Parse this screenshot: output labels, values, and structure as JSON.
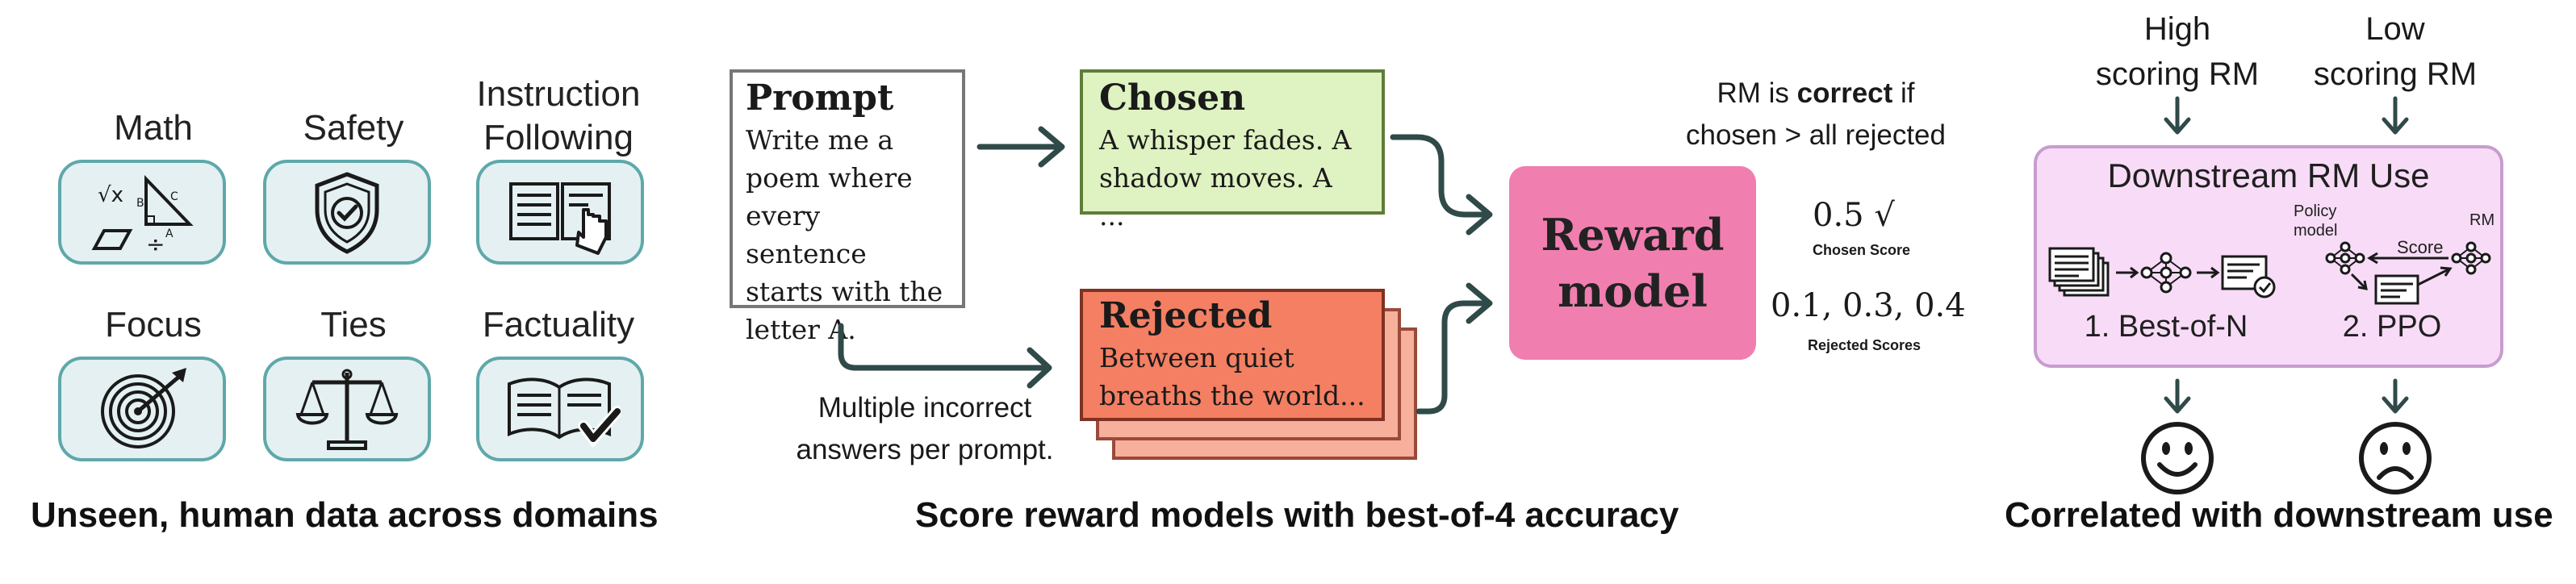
{
  "panel1": {
    "caption": "Unseen, human data across  domains",
    "tiles": [
      {
        "label": "Math",
        "icon": "math-icon"
      },
      {
        "label": "Safety",
        "icon": "shield-check-icon"
      },
      {
        "label": "Instruction\nFollowing",
        "icon": "book-pointer-icon"
      },
      {
        "label": "Focus",
        "icon": "target-icon"
      },
      {
        "label": "Ties",
        "icon": "scales-icon"
      },
      {
        "label": "Factuality",
        "icon": "book-check-icon"
      }
    ],
    "math_icon_text": {
      "sqrt": "√x",
      "b": "B",
      "c": "C",
      "a": "A",
      "div": "÷"
    }
  },
  "panel2": {
    "caption": "Score reward models with best-of-4 accuracy",
    "prompt": {
      "title": "Prompt",
      "lines": [
        "Write me a",
        "poem where",
        "every sentence",
        "starts with the",
        "letter A."
      ]
    },
    "chosen": {
      "title": "Chosen",
      "lines": [
        "A whisper fades. A",
        "shadow moves. A ..."
      ]
    },
    "rejected": {
      "title": "Rejected",
      "lines": [
        "Between quiet",
        "breaths the world..."
      ]
    },
    "reward_model": {
      "line1": "Reward",
      "line2": "model"
    },
    "multiple_note": [
      "Multiple incorrect",
      "answers per prompt."
    ],
    "rm_note": {
      "pre": "RM is ",
      "bold": "correct",
      "post": " if",
      "line2": "chosen > all rejected"
    },
    "chosen_score": {
      "value": "0.5 √",
      "label": "Chosen Score"
    },
    "rejected_scores": {
      "value": "0.1, 0.3, 0.4",
      "label": "Rejected Scores"
    }
  },
  "panel3": {
    "caption": "Correlated with downstream use",
    "high": [
      "High",
      "scoring RM"
    ],
    "low": [
      "Low",
      "scoring RM"
    ],
    "box_title": "Downstream RM Use",
    "bon_label": "1. Best-of-N",
    "ppo_label": "2. PPO",
    "policy_label": [
      "Policy",
      "model"
    ],
    "score_label": "Score",
    "rm_label": "RM"
  },
  "colors": {
    "tile_border": "#5fa8aa",
    "tile_fill": "#e4f0f1",
    "chosen_fill": "#dff2c2",
    "rejected_fill": "#f47f62",
    "reward_fill": "#f07fb0",
    "downstream_fill": "#f8dcf7",
    "arrow": "#2f4a48"
  }
}
